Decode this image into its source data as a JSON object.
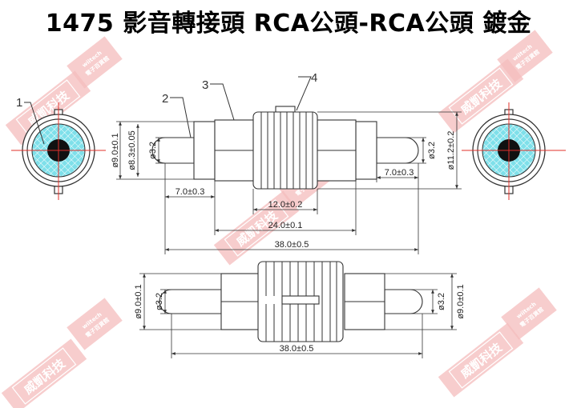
{
  "title": "1475 影音轉接頭 RCA公頭-RCA公頭 鍍金",
  "callouts": [
    "1",
    "2",
    "3",
    "4"
  ],
  "dimensions": {
    "top_left_dia_outer": "ø9.0±0.1",
    "top_left_dia_mid": "ø8.3±0.05",
    "top_left_pin": "ø3.2",
    "top_right_pin": "ø3.2",
    "top_right_dia_outer": "ø11.2±0.2",
    "left_pin_len": "7.0±0.3",
    "right_pin_len": "7.0±0.3",
    "sleeve_len": "12.0±0.2",
    "body_len": "24.0±0.1",
    "total_len": "38.0±0.5",
    "bottom_left_dia": "ø9.0±0.1",
    "bottom_left_pin": "ø3.2",
    "bottom_right_pin": "ø3.2",
    "bottom_right_dia": "ø9.0±0.1",
    "bottom_total_len": "38.0±0.5"
  },
  "watermark": {
    "text": "威凱科技",
    "small": "電子百貨館",
    "latin": "wiitech"
  },
  "colors": {
    "line": "#333333",
    "red": "#e0302a",
    "cyan": "#7fe0ea",
    "watermark": "#f4bcbc"
  }
}
